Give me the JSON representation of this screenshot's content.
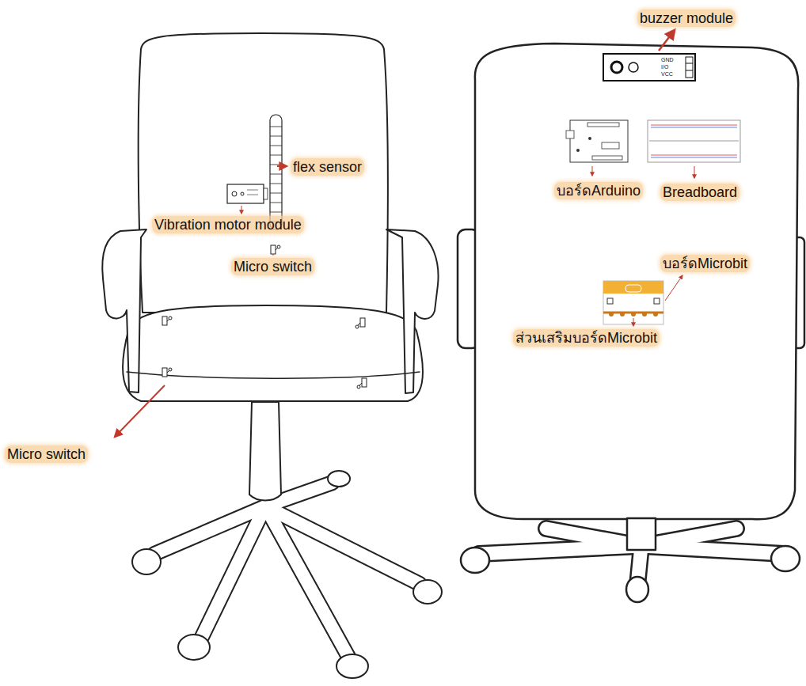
{
  "diagram": {
    "labels": [
      "buzzer module",
      "GND",
      "I/O",
      "VCC",
      "flex sensor",
      "บอร์ดArduino",
      "Breadboard",
      "Vibration motor module",
      "บอร์ดMicrobit",
      "Micro switch",
      "ส่วนเสริมบอร์ดMicrobit",
      "Micro switch"
    ]
  }
}
